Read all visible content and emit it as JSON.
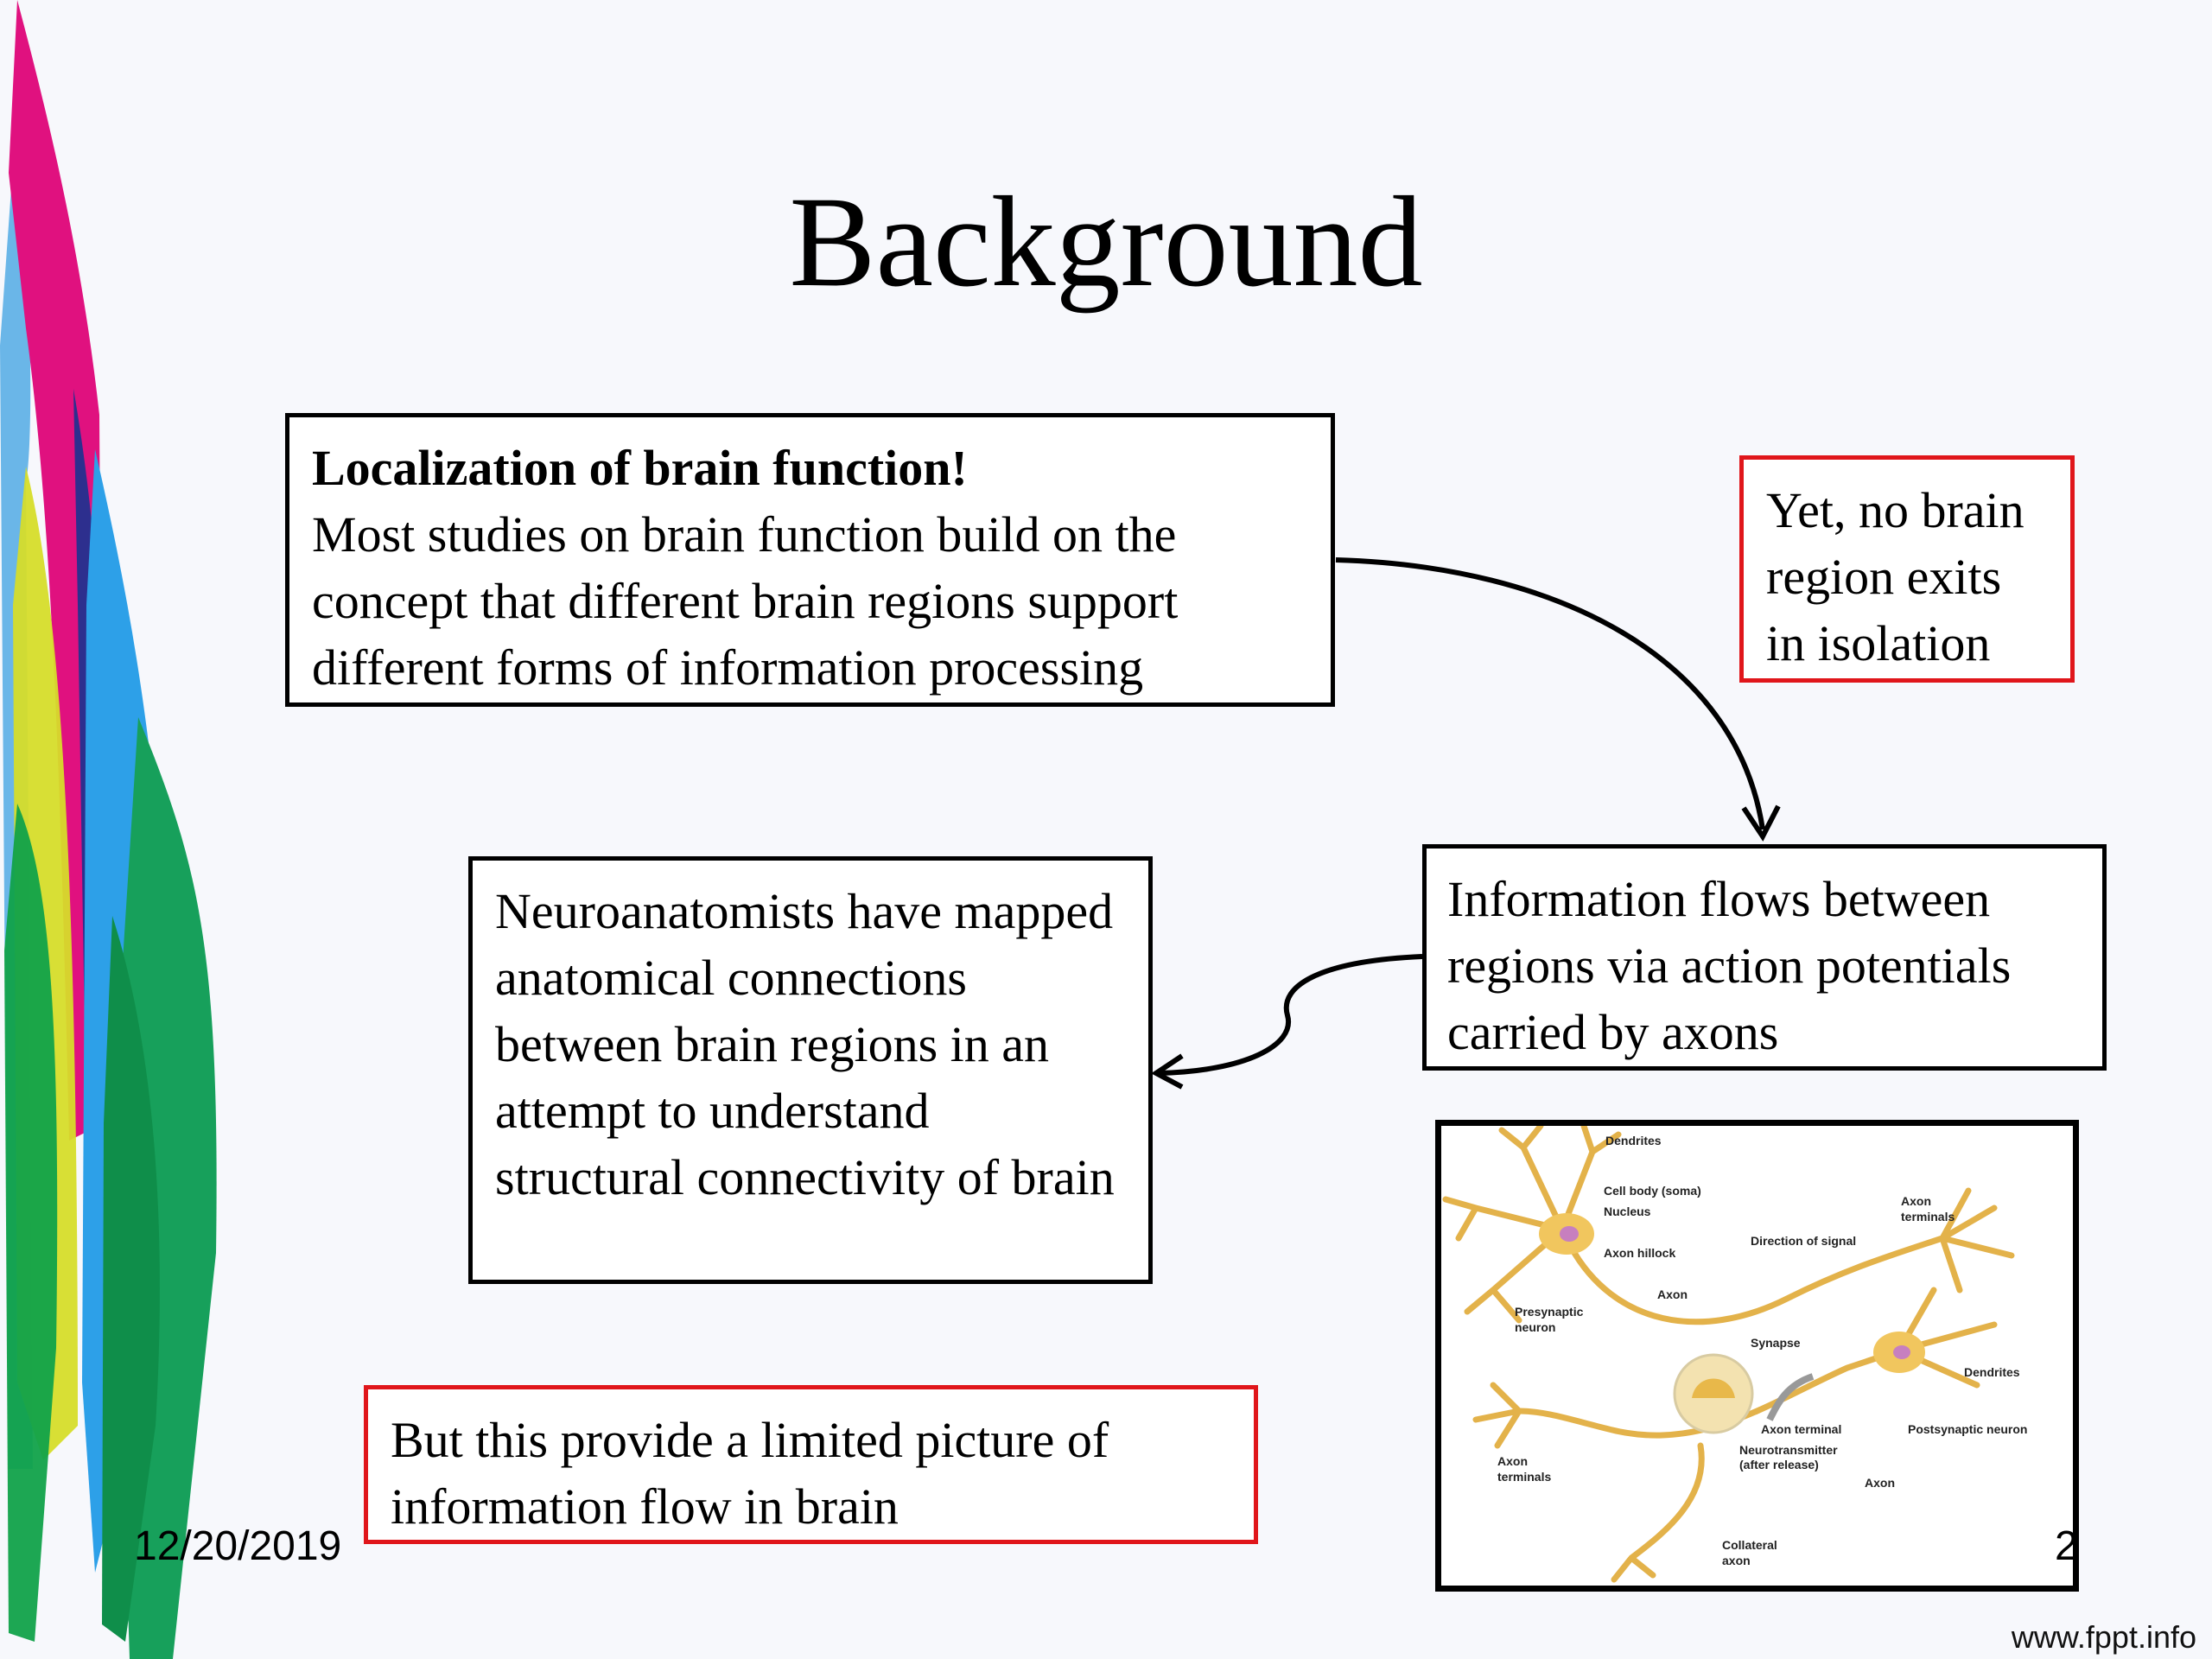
{
  "title": "Background",
  "boxes": {
    "localization": {
      "heading": "Localization of brain function!",
      "body": "Most studies on brain function build on the concept that different brain regions support different forms of information processing"
    },
    "isolation": "Yet, no brain region exits in isolation",
    "information_flow": "Information flows between regions via action potentials carried by axons",
    "neuroanatomists": "Neuroanatomists have mapped anatomical connections between brain regions in an attempt to understand structural connectivity of brain",
    "limited_picture": "But this provide a limited picture of information flow in brain"
  },
  "neuron_figure": {
    "labels": {
      "dendrites_top": "Dendrites",
      "cell_body": "Cell body (soma)",
      "nucleus": "Nucleus",
      "axon_hillock": "Axon hillock",
      "direction": "Direction of signal",
      "axon_terminals_top": "Axon",
      "axon_terminals_top2": "terminals",
      "axon_mid": "Axon",
      "presynaptic": "Presynaptic",
      "presynaptic2": "neuron",
      "synapse": "Synapse",
      "dendrites_right": "Dendrites",
      "axon_terminal": "Axon terminal",
      "postsynaptic": "Postsynaptic neuron",
      "neurotransmitter": "Neurotransmitter",
      "after_release": "(after release)",
      "axon_terminals_left": "Axon",
      "axon_terminals_left2": "terminals",
      "axon_bottom": "Axon",
      "collateral": "Collateral",
      "collateral2": "axon"
    }
  },
  "footer": {
    "date": "12/20/2019",
    "page": "2",
    "brand": "www.fppt.info"
  }
}
